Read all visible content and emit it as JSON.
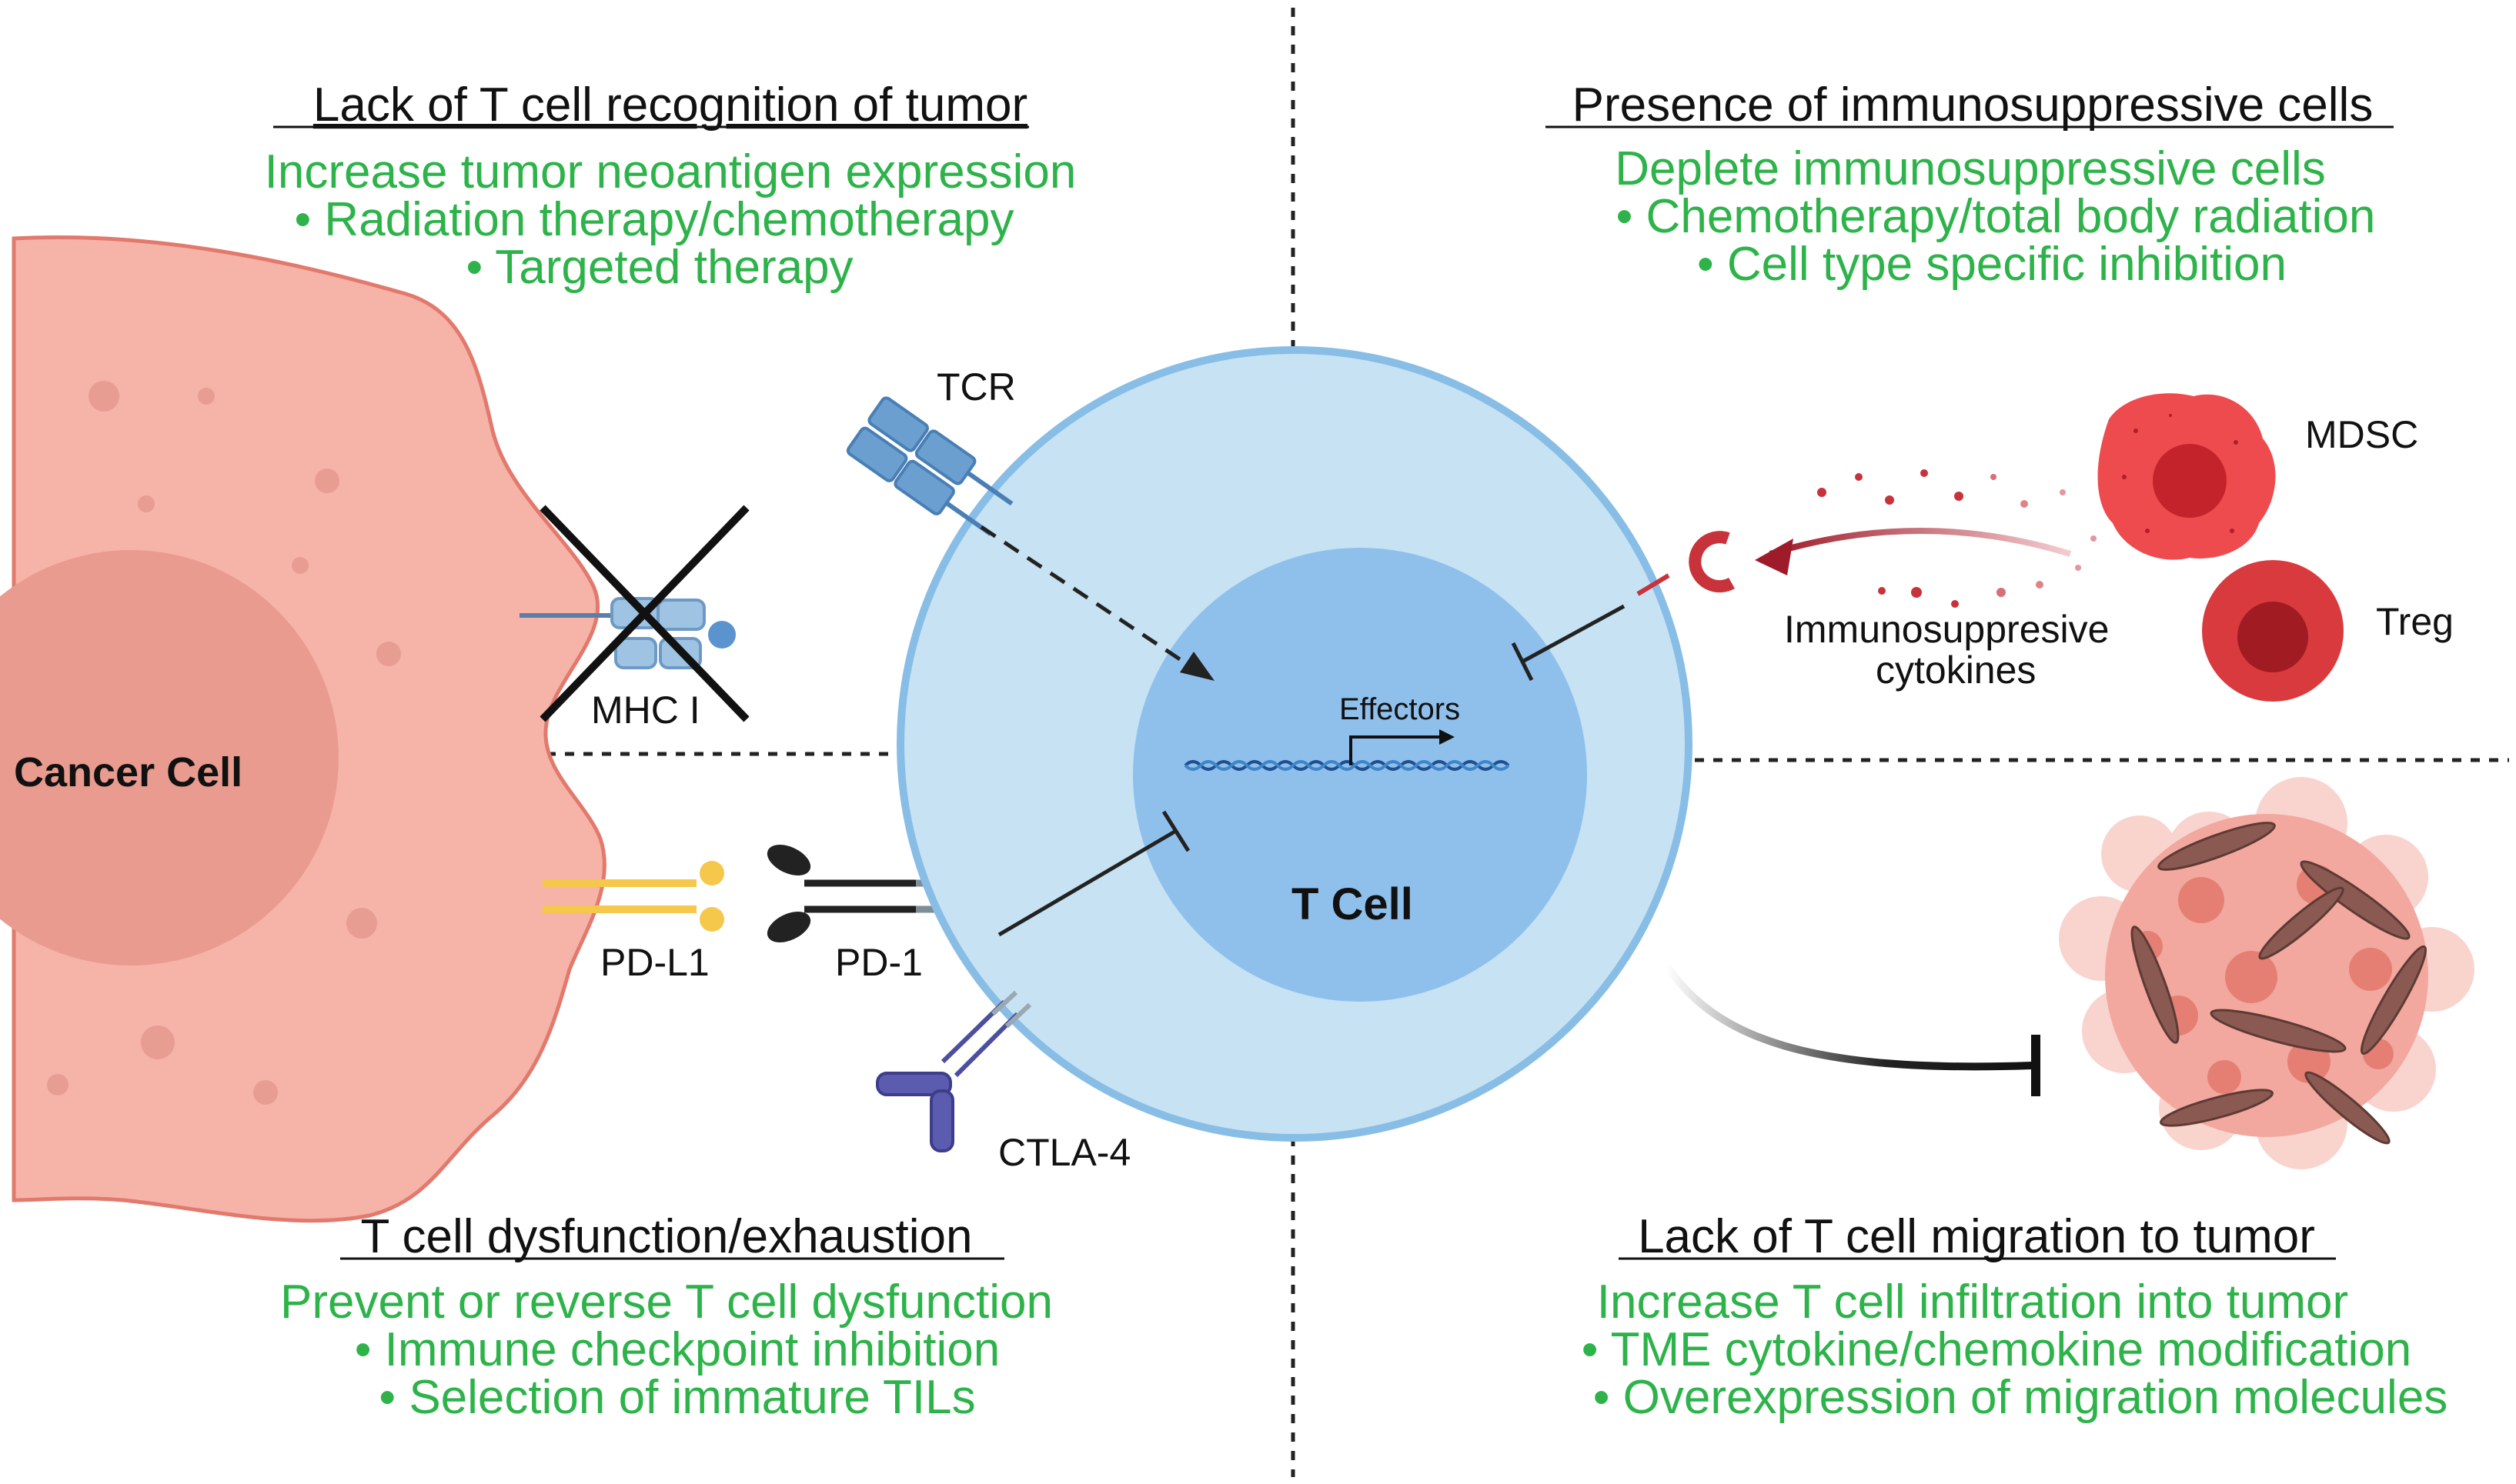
{
  "quadrants": {
    "top_left": {
      "title": "Lack of T cell recognition of tumor",
      "lines": [
        "Increase tumor neoantigen expression",
        "• Radiation therapy/chemotherapy",
        "• Targeted therapy"
      ]
    },
    "top_right": {
      "title": "Presence of immunosuppressive cells",
      "lines": [
        "Deplete immunosuppressive cells",
        "• Chemotherapy/total body radiation",
        "• Cell type specific inhibition"
      ]
    },
    "bottom_left": {
      "title": "T cell dysfunction/exhaustion",
      "lines": [
        "Prevent or reverse T cell dysfunction",
        "• Immune checkpoint inhibition",
        "• Selection of immature TILs"
      ]
    },
    "bottom_right": {
      "title": "Lack of T cell migration to tumor",
      "lines": [
        "Increase T cell infiltration into tumor",
        "• TME cytokine/chemokine modification",
        "• Overexpression of migration molecules"
      ]
    }
  },
  "labels": {
    "cancer_cell": "Cancer Cell",
    "t_cell": "T Cell",
    "effectors": "Effectors",
    "tcr": "TCR",
    "mhc": "MHC I",
    "pdl1": "PD-L1",
    "pd1": "PD-1",
    "ctla4": "CTLA-4",
    "mdsc": "MDSC",
    "treg": "Treg",
    "cytokines_line1": "Immunosuppresive",
    "cytokines_line2": "cytokines"
  },
  "colors": {
    "green_text": "#2db34a",
    "cancer_cell": "#f6b3a8",
    "cancer_nucleus": "#e99b8f",
    "t_cell_outer": "#c6e2f3",
    "t_cell_inner": "#8fc0ec",
    "mdsc": "#ee4b4f",
    "treg": "#d93a3e"
  }
}
